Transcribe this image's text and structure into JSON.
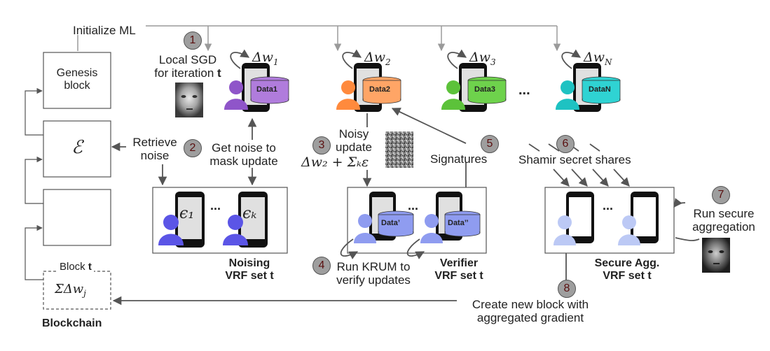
{
  "colors": {
    "purple": "#8f55c9",
    "orange": "#ff8a3d",
    "green": "#5cc23a",
    "teal": "#1ec2c2",
    "blue": "#5b55e6",
    "lightblue": "#8f9cf0",
    "paleblue": "#bcc9f5",
    "line": "#555555",
    "arrow_light": "#9a9a9a",
    "step_fill": "#9e9e9e",
    "step_text": "#5a0f0f"
  },
  "top": {
    "init_label": "Initialize ML"
  },
  "chain": {
    "genesis_label": "Genesis block",
    "epsilon_label": "ℰ",
    "block_t_prefix": "Block ",
    "block_t_bold": "t",
    "block_sum": "ΣΔw",
    "block_sum_sub": "j",
    "blockchain_label": "Blockchain"
  },
  "steps": {
    "s1": "1",
    "s2": "2",
    "s3": "3",
    "s4": "4",
    "s5": "5",
    "s6": "6",
    "s7": "7",
    "s8": "8"
  },
  "step1": {
    "line1": "Local SGD",
    "line2": "for iteration ",
    "bold": "t"
  },
  "step2": {
    "retrieve_line1": "Retrieve",
    "retrieve_line2": "noise",
    "mask_line1": "Get noise to",
    "mask_line2": "mask update"
  },
  "step3": {
    "line1": "Noisy",
    "line2": "update",
    "math": "Δw₂ + Σₖε"
  },
  "step4": {
    "line1": "Run KRUM to",
    "line2": "verify updates"
  },
  "step5": {
    "label": "Signatures"
  },
  "step6": {
    "label": "Shamir secret shares"
  },
  "step7": {
    "line1": "Run secure",
    "line2": "aggregation"
  },
  "step8": {
    "line1": "Create new block with",
    "line2": "aggregated gradient"
  },
  "clients": [
    {
      "delta": "Δw",
      "sub": "1",
      "data": "Data1"
    },
    {
      "delta": "Δw",
      "sub": "2",
      "data": "Data2"
    },
    {
      "delta": "Δw",
      "sub": "3",
      "data": "Data3"
    },
    {
      "delta": "Δw",
      "sub": "N",
      "data": "DataN"
    }
  ],
  "client_ellipsis": "...",
  "groups": {
    "noising": {
      "line1": "Noising",
      "line2": "VRF set t",
      "eps1": "ϵ₁",
      "epsk": "ϵₖ",
      "dots": "..."
    },
    "verifier": {
      "line1": "Verifier",
      "line2": "VRF set t",
      "data1": "Data’",
      "data2": "Data’’",
      "dots": "..."
    },
    "secure": {
      "line1": "Secure Agg.",
      "line2": "VRF set t",
      "dots": "..."
    }
  }
}
